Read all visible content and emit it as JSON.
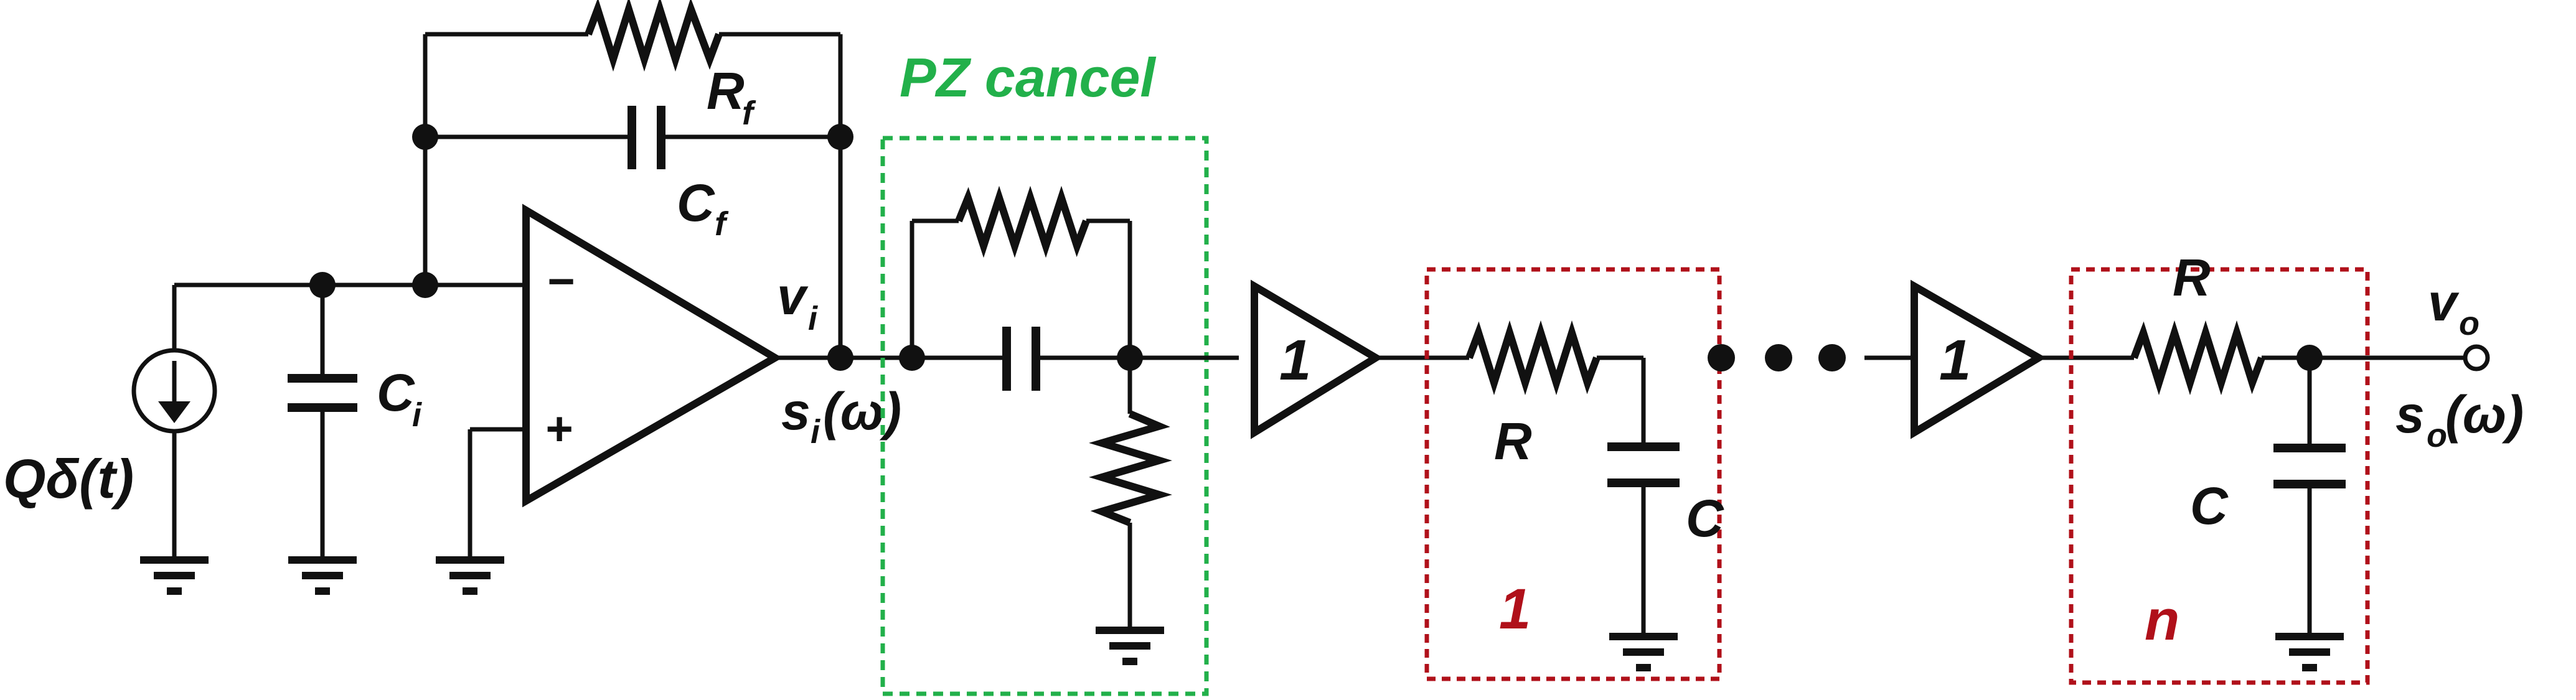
{
  "diagram": {
    "labels": {
      "rf": "R",
      "rf_sub": "f",
      "cf": "C",
      "cf_sub": "f",
      "ci": "C",
      "ci_sub": "i",
      "vi": "v",
      "vi_sub": "i",
      "si": "s",
      "si_sub": "i",
      "si_arg": "(ω)",
      "source": "Qδ(t)",
      "minus": "−",
      "plus": "+",
      "pz_title": "PZ cancel",
      "buffer1": "1",
      "buffer2": "1",
      "r1": "R",
      "c1": "C",
      "stage1": "1",
      "r2": "R",
      "c2": "C",
      "stagen": "n",
      "vo": "v",
      "vo_sub": "o",
      "so": "s",
      "so_sub": "o",
      "so_arg": "(ω)"
    },
    "colors": {
      "pz_box": "#22b04a",
      "stage_box": "#b0101a",
      "wire": "#111111"
    }
  }
}
